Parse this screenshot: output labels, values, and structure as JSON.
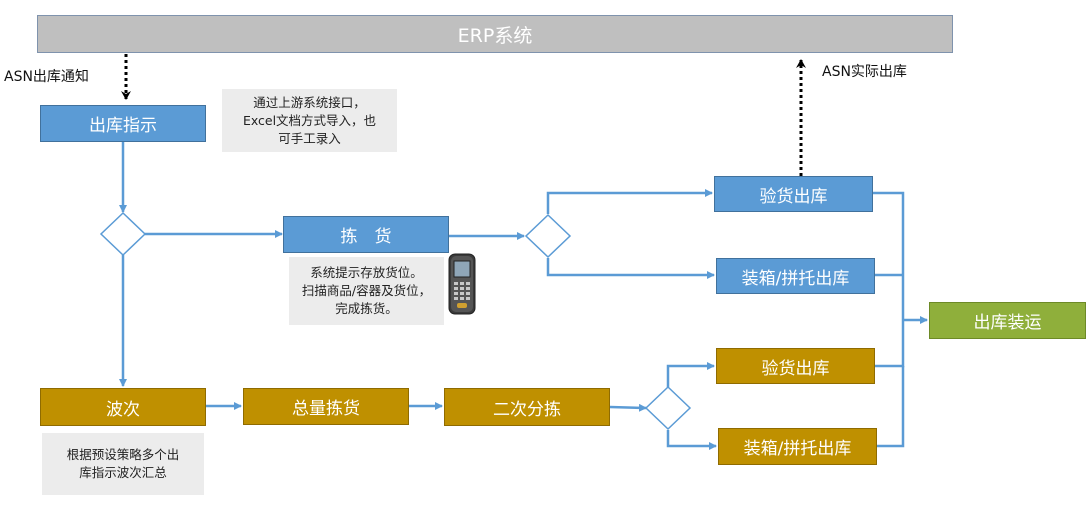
{
  "erp": {
    "title": "ERP系统"
  },
  "labels": {
    "asn_notice": "ASN出库通知",
    "asn_actual": "ASN实际出库"
  },
  "nodes": {
    "outbound_instruction": "出库指示",
    "picking": "拣　货",
    "inspect_out_top": "验货出库",
    "pack_out_top": "装箱/拼托出库",
    "wave": "波次",
    "total_picking": "总量拣货",
    "secondary_sort": "二次分拣",
    "inspect_out_bottom": "验货出库",
    "pack_out_bottom": "装箱/拼托出库",
    "ship": "出库装运"
  },
  "notes": {
    "instruction_note": [
      "通过上游系统接口，",
      "Excel文档方式导入，也",
      "可手工录入"
    ],
    "picking_note": [
      "系统提示存放货位。",
      "扫描商品/容器及货位，",
      "完成拣货。"
    ],
    "wave_note": [
      "根据预设策略多个出",
      "库指示波次汇总"
    ]
  },
  "colors": {
    "blue": "#5b9bd5",
    "gold": "#bf9000",
    "green": "#8faf3b",
    "erp": "#bfbfbf",
    "connector": "#5b9bd5",
    "note_bg": "#ececec"
  },
  "icons": {
    "handheld": "handheld-scanner-icon"
  }
}
